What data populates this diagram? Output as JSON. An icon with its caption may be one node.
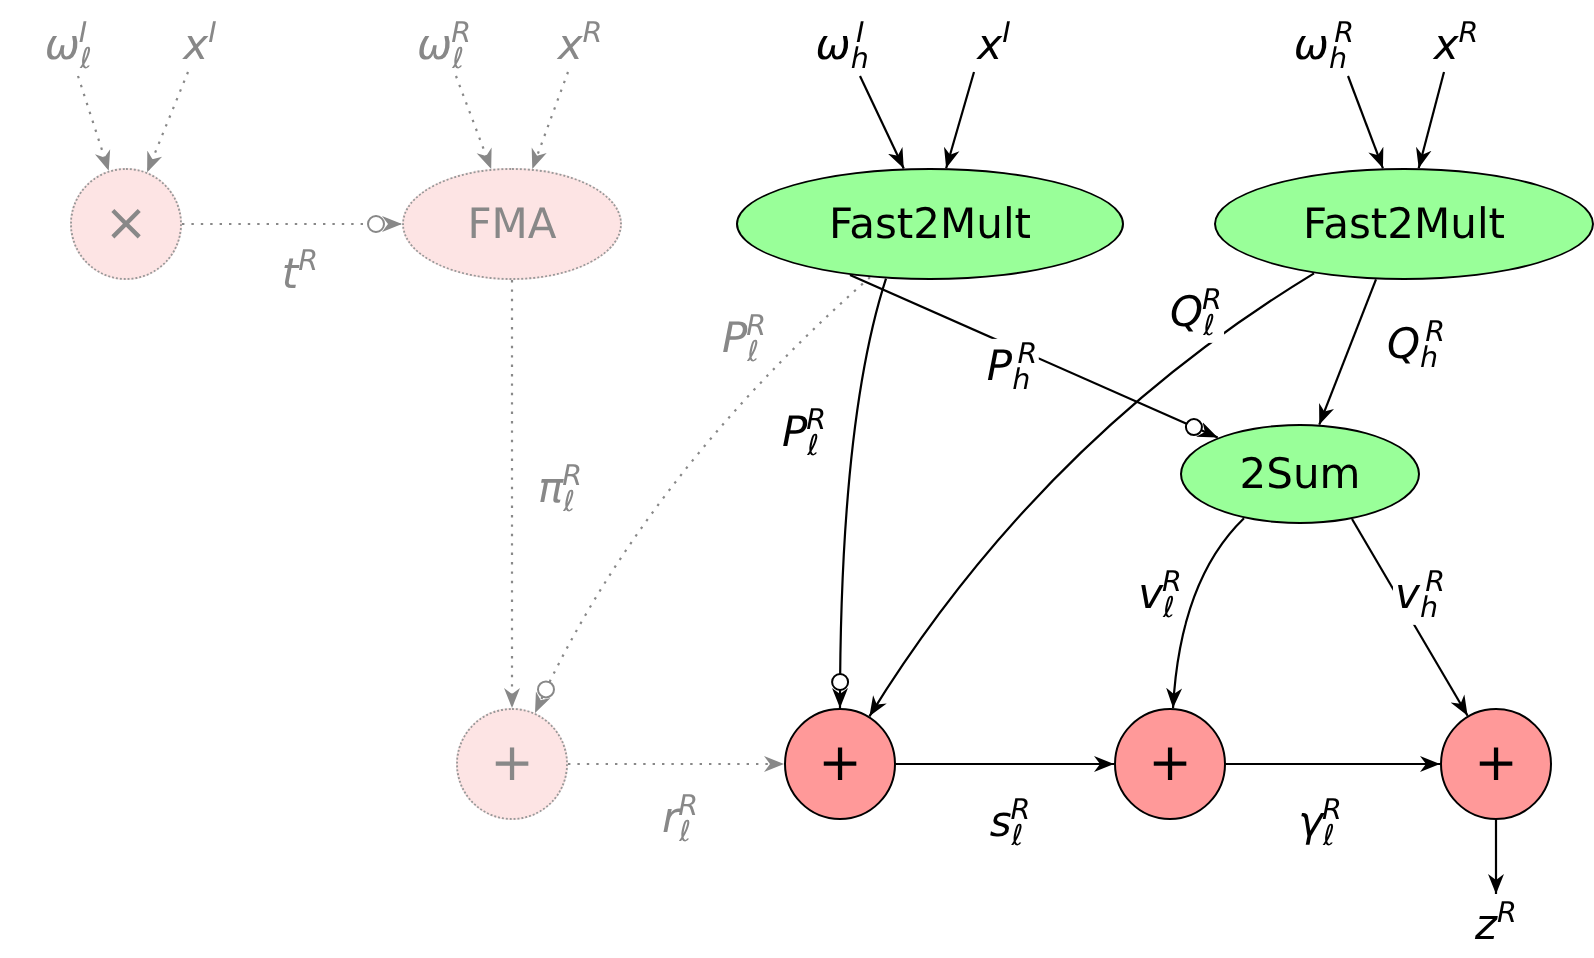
{
  "diagram": {
    "nodes": [
      {
        "text": [
          "ω$_{ℓ}$$^{I}$"
        ]
      },
      {
        "text": [
          "x$^{I}$"
        ]
      },
      {
        "text": [
          "ω$_{ℓ}$$^{R}$"
        ]
      },
      {
        "text": [
          "x$^{R}$"
        ]
      },
      {
        "text": [
          "×"
        ]
      },
      {
        "text": [
          "FMA"
        ]
      },
      {
        "text": [
          "+"
        ]
      },
      {
        "text": [
          "ω$_{h}$$^{I}$"
        ]
      },
      {
        "text": [
          "x$^{I}$"
        ]
      },
      {
        "text": [
          "ω$_{h}$$^{R}$"
        ]
      },
      {
        "text": [
          "x$^{R}$"
        ]
      },
      {
        "text": [
          "Fast2Mult"
        ]
      },
      {
        "text": [
          "Fast2Mult"
        ]
      },
      {
        "text": [
          "2Sum"
        ]
      },
      {
        "text": [
          "+"
        ]
      },
      {
        "text": [
          "+"
        ]
      },
      {
        "text": [
          "+"
        ]
      },
      {
        "text": [
          "z$^{R}$"
        ]
      }
    ],
    "edges": [
      {
        "from": 0,
        "to": 4,
        "arrow": "to",
        "style": "dashed",
        "color": "#888888"
      },
      {
        "from": 1,
        "to": 4,
        "arrow": "to",
        "style": "dashed",
        "color": "#888888"
      },
      {
        "from": 2,
        "to": 5,
        "arrow": "to",
        "style": "dashed",
        "color": "#888888"
      },
      {
        "from": 3,
        "to": 5,
        "arrow": "to",
        "style": "dashed",
        "color": "#888888"
      },
      {
        "from": 4,
        "to": 5,
        "arrow": "to",
        "label": "t$^{R}$",
        "style": "dashed",
        "color": "#888888"
      },
      {
        "from": 5,
        "to": 6,
        "arrow": "to",
        "label": "π$_{ℓ}$$^{R}$",
        "style": "dashed",
        "color": "#888888"
      },
      {
        "from": 11,
        "to": 6,
        "arrow": "to",
        "label": "P$_{ℓ}$$^{R}$",
        "style": "dashed",
        "color": "#888888"
      },
      {
        "from": 6,
        "to": 14,
        "arrow": "to",
        "label": "r$_{ℓ}$$^{R}$",
        "style": "dashed",
        "color": "#888888"
      },
      {
        "from": 7,
        "to": 11,
        "arrow": "to"
      },
      {
        "from": 8,
        "to": 11,
        "arrow": "to"
      },
      {
        "from": 9,
        "to": 12,
        "arrow": "to"
      },
      {
        "from": 10,
        "to": 12,
        "arrow": "to"
      },
      {
        "from": 11,
        "to": 14,
        "arrow": "to",
        "label": "P$_{ℓ}$$^{R}$"
      },
      {
        "from": 11,
        "to": 13,
        "arrow": "to",
        "label": "P$_{h}$$^{R}$"
      },
      {
        "from": 12,
        "to": 14,
        "arrow": "to",
        "label": "Q$_{ℓ}$$^{R}$"
      },
      {
        "from": 12,
        "to": 13,
        "arrow": "to",
        "label": "Q$_{h}$$^{R}$"
      },
      {
        "from": 13,
        "to": 15,
        "arrow": "to",
        "label": "v$_{ℓ}$$^{R}$"
      },
      {
        "from": 13,
        "to": 16,
        "arrow": "to",
        "label": "v$_{h}$$^{R}$"
      },
      {
        "from": 14,
        "to": 15,
        "arrow": "to",
        "label": "s$_{ℓ}$$^{R}$"
      },
      {
        "from": 15,
        "to": 16,
        "arrow": "to",
        "label": "γ$_{ℓ}$$^{R}$"
      },
      {
        "from": 16,
        "to": 17,
        "arrow": "to"
      }
    ]
  }
}
